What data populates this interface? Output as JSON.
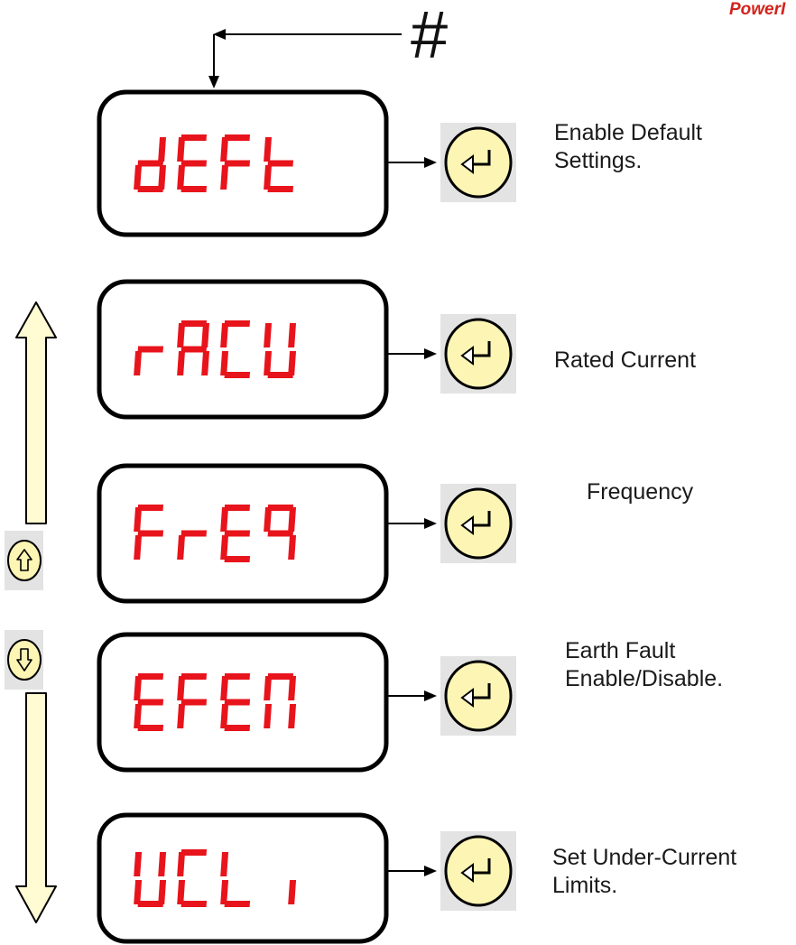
{
  "logo": {
    "text": "PowerI"
  },
  "marker": "#",
  "colors": {
    "segment": "#e8141c",
    "key_fill": "#fdf5b4",
    "arrow_fill": "#fffbd2",
    "outline": "#000000",
    "key_bg": "#e3e3e3"
  },
  "displays": [
    {
      "code": "dEFt",
      "description": "Enable Default Settings.",
      "lines": [
        "Enable Default",
        "Settings."
      ],
      "key_icon": "enter-key-icon"
    },
    {
      "code": "rACU",
      "description": "Rated Current",
      "lines": [
        "Rated Current"
      ],
      "key_icon": "enter-key-icon"
    },
    {
      "code": "FrEq",
      "description": "Frequency",
      "lines": [
        "Frequency"
      ],
      "key_icon": "enter-key-icon"
    },
    {
      "code": "EFEn",
      "description": "Earth Fault Enable/Disable.",
      "lines": [
        "Earth Fault",
        "Enable/Disable."
      ],
      "key_icon": "enter-key-icon"
    },
    {
      "code": "UCLi",
      "description": "Set Under-Current Limits.",
      "lines": [
        "Set Under-Current",
        "Limits."
      ],
      "key_icon": "enter-key-icon"
    }
  ],
  "nav_keys": {
    "up": "up-key-icon",
    "down": "down-key-icon"
  }
}
